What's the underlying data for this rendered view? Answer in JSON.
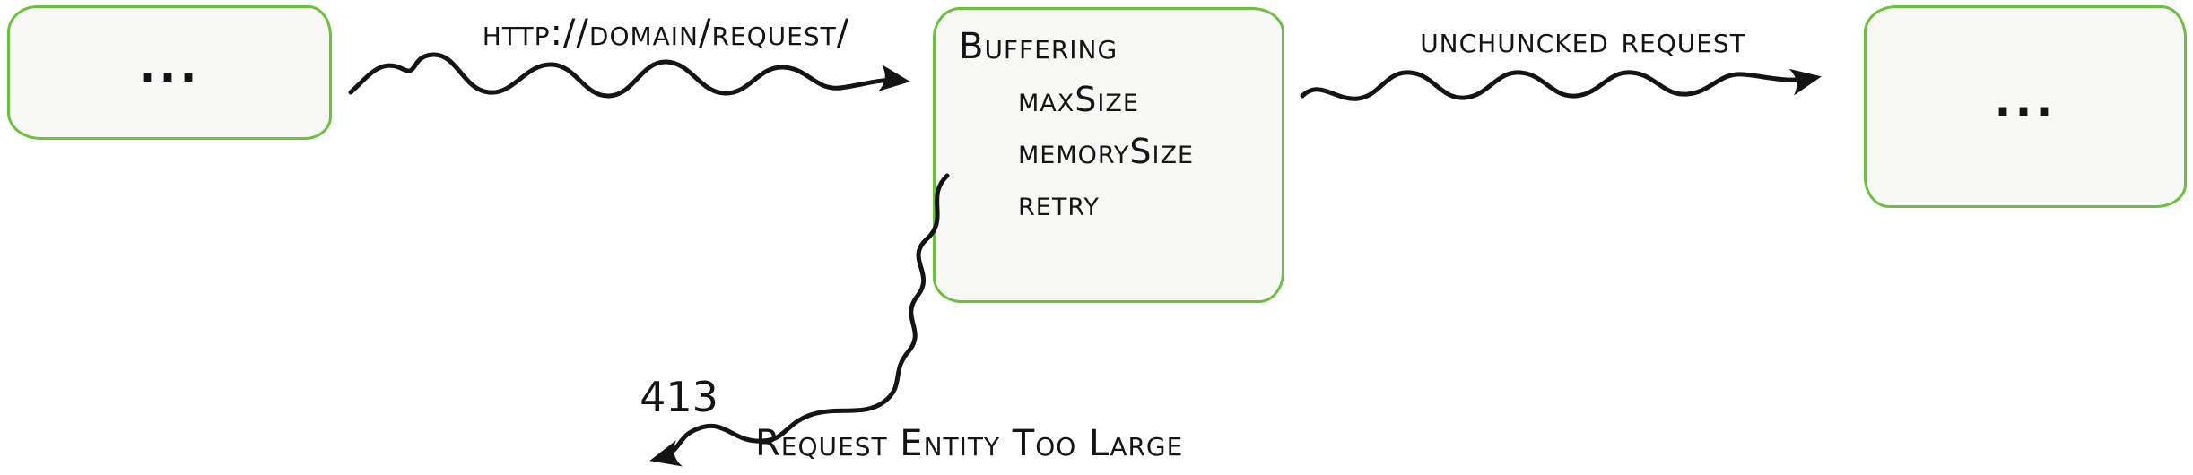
{
  "colors": {
    "box_border": "#6cbf3f",
    "box_fill": "#f8f8f6",
    "ink": "#141414"
  },
  "left_box": {
    "label": "..."
  },
  "middle_box": {
    "title": "Buffering",
    "items": [
      "maxSize",
      "memorySize",
      "retry"
    ]
  },
  "right_box": {
    "label": "..."
  },
  "labels": {
    "request_url": "http://domain/request/",
    "unchuncked_request": "unchuncked request",
    "error_code": "413",
    "error_message": "Request Entity Too Large"
  }
}
